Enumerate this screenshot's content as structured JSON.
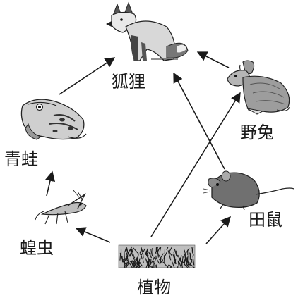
{
  "organisms": {
    "fox": {
      "label": "狐狸",
      "icon": "fox-icon"
    },
    "rabbit": {
      "label": "野兔",
      "icon": "rabbit-icon"
    },
    "frog": {
      "label": "青蛙",
      "icon": "frog-icon"
    },
    "mouse": {
      "label": "田鼠",
      "icon": "mouse-icon"
    },
    "grasshopper": {
      "label": "蝗虫",
      "icon": "grasshopper-icon"
    },
    "plant": {
      "label": "植物",
      "icon": "plant-icon"
    }
  },
  "links": [
    {
      "from": "plant",
      "to": "grasshopper"
    },
    {
      "from": "grasshopper",
      "to": "frog"
    },
    {
      "from": "frog",
      "to": "fox"
    },
    {
      "from": "plant",
      "to": "rabbit"
    },
    {
      "from": "rabbit",
      "to": "fox"
    },
    {
      "from": "plant",
      "to": "mouse"
    },
    {
      "from": "mouse",
      "to": "fox"
    }
  ]
}
